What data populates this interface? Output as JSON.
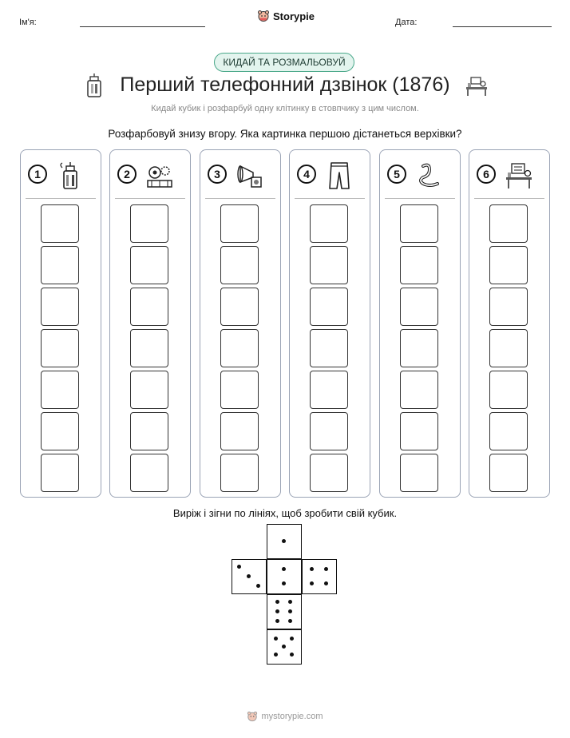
{
  "header": {
    "name_label": "Ім'я:",
    "date_label": "Дата:",
    "brand": "Storypie"
  },
  "badge": "КИДАЙ ТА РОЗМАЛЬОВУЙ",
  "title": "Перший телефонний дзвінок (1876)",
  "subtitle": "Кидай кубик і розфарбуй одну клітинку в стовпчику з цим числом.",
  "instruction": "Розфарбовуй знизу вгору. Яка картинка першою дістанеться верхівки?",
  "columns": [
    {
      "number": "1",
      "icon": "battery-jar-icon"
    },
    {
      "number": "2",
      "icon": "gears-machine-icon"
    },
    {
      "number": "3",
      "icon": "gramophone-icon"
    },
    {
      "number": "4",
      "icon": "trousers-icon"
    },
    {
      "number": "5",
      "icon": "worm-icon"
    },
    {
      "number": "6",
      "icon": "workshop-desk-icon"
    }
  ],
  "cells_per_column": 7,
  "cut_instruction": "Виріж і зігни по лініях, щоб зробити свій кубик.",
  "footer": "mystorypie.com"
}
